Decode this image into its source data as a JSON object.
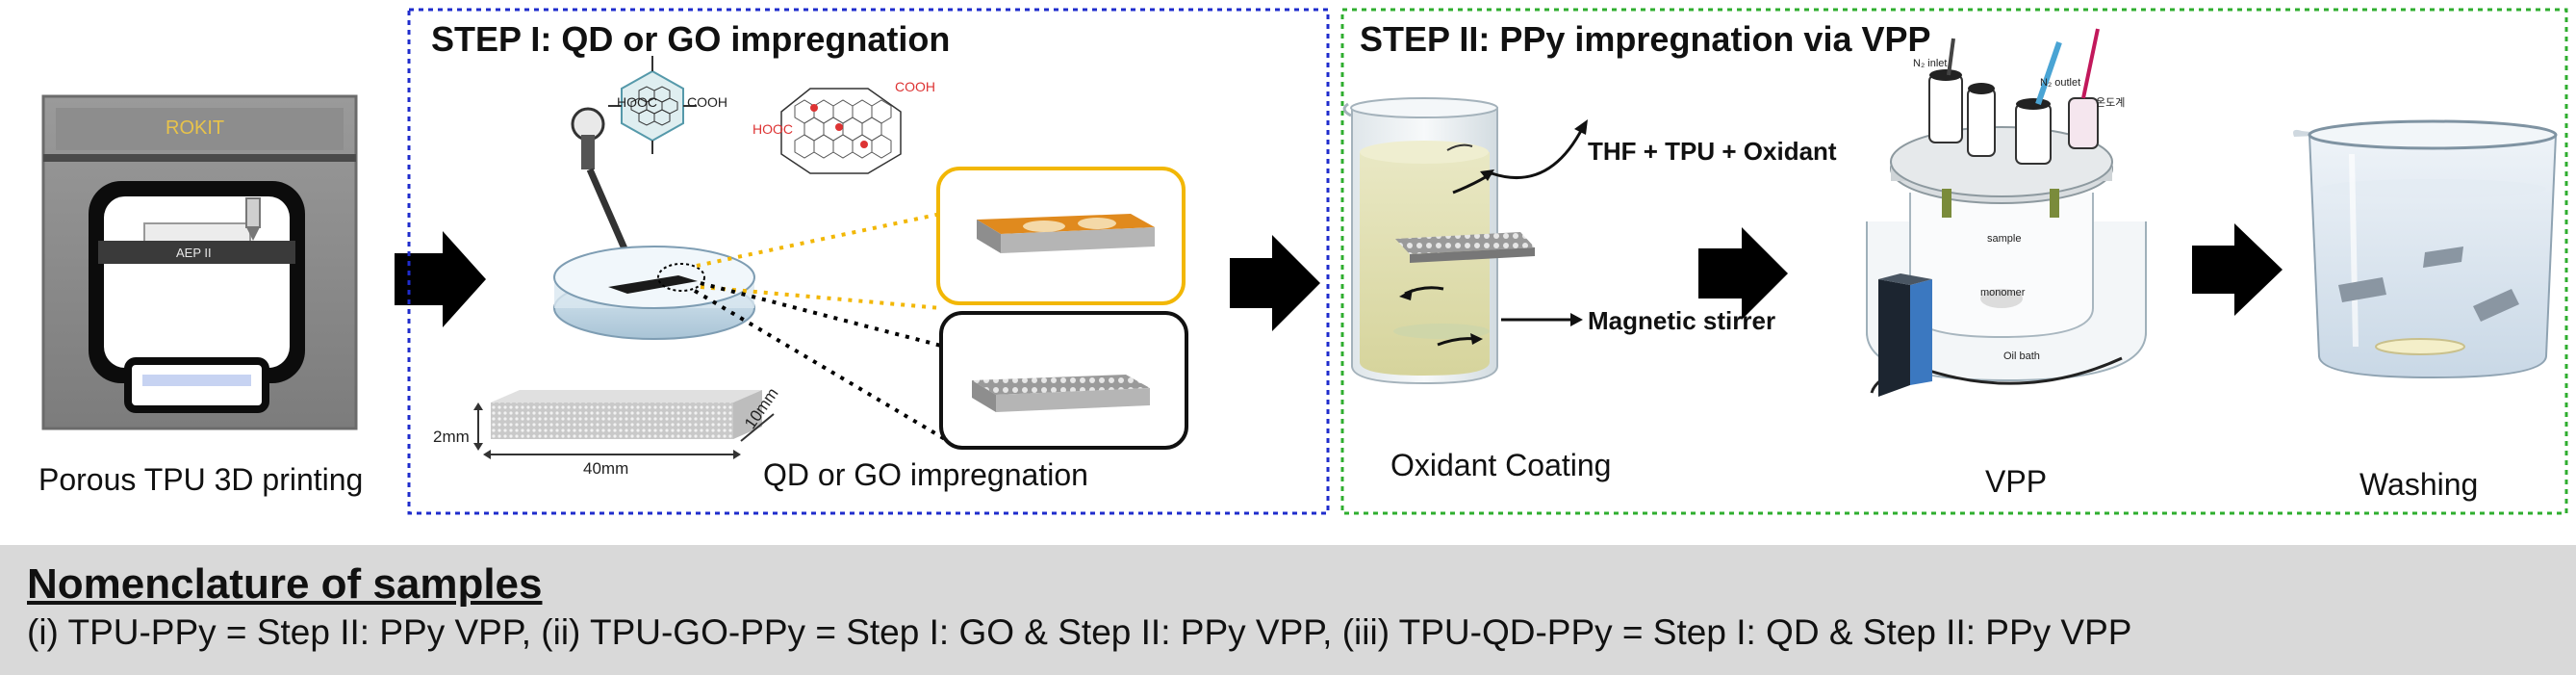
{
  "printer": {
    "brand": "ROKIT",
    "head_label": "AEP II",
    "caption": "Porous TPU 3D printing"
  },
  "step1": {
    "title": "STEP I: QD or GO impregnation",
    "caption": "QD or GO impregnation",
    "qd_labels": [
      "HOOC",
      "COOH"
    ],
    "go_labels": [
      "HOOC",
      "COOH"
    ],
    "dim_thickness": "2mm",
    "dim_length": "40mm",
    "dim_width": "10mm",
    "box_colors": {
      "border": "#1f2ccc",
      "highlight": "#f2b705"
    }
  },
  "step2": {
    "title": "STEP II: PPy impregnation via VPP",
    "oxidant_caption": "Oxidant Coating",
    "oxidant_annotation": "THF + TPU + Oxidant",
    "stirrer_annotation": "Magnetic stirrer",
    "vpp_caption": "VPP",
    "vpp_labels": [
      "N₂ inlet",
      "N₂ outlet",
      "온도계",
      "sample",
      "monomer",
      "Oil bath"
    ],
    "washing_caption": "Washing",
    "box_color": "#2fae2f"
  },
  "nomenclature": {
    "title": "Nomenclature of samples",
    "text": "(i) TPU-PPy = Step II: PPy VPP, (ii) TPU-GO-PPy = Step I: GO & Step II: PPy VPP, (iii) TPU-QD-PPy = Step I: QD & Step II: PPy VPP",
    "background": "#d9d9d9"
  }
}
